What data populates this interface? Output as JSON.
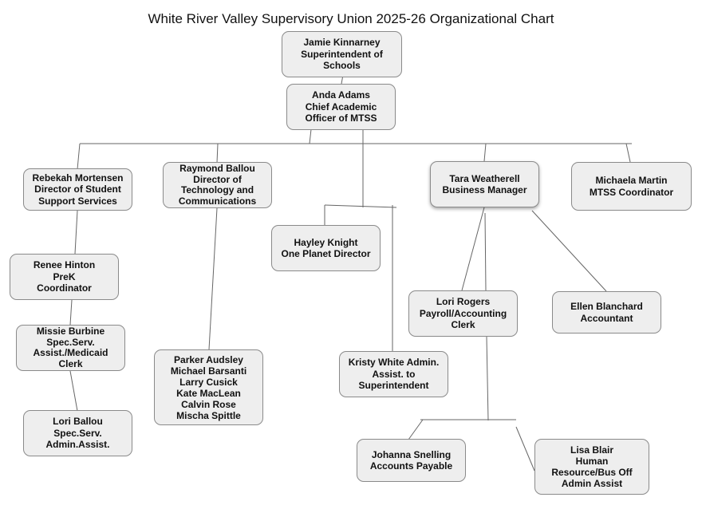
{
  "title": "White River Valley Supervisory Union 2025-26 Organizational Chart",
  "nodes": {
    "kinnarney": [
      "Jamie Kinnarney",
      "Superintendent of",
      "Schools"
    ],
    "adams": [
      "Anda Adams",
      "Chief Academic",
      "Officer of MTSS"
    ],
    "mortensen": [
      "Rebekah Mortensen",
      "Director of Student",
      "Support Services"
    ],
    "rballou": [
      "Raymond Ballou",
      "Director of",
      "Technology and",
      "Communications"
    ],
    "weatherell": [
      "Tara Weatherell",
      "Business Manager"
    ],
    "martin": [
      "Michaela Martin",
      "MTSS Coordinator"
    ],
    "knight": [
      "Hayley Knight",
      "One Planet Director"
    ],
    "hinton": [
      "Renee Hinton",
      "PreK",
      "Coordinator"
    ],
    "burbine": [
      "Missie Burbine",
      "Spec.Serv.",
      "Assist./Medicaid",
      "Clerk"
    ],
    "lballou": [
      "Lori Ballou",
      "Spec.Serv.",
      "Admin.Assist."
    ],
    "techstaff": [
      "Parker Audsley",
      "Michael Barsanti",
      "Larry Cusick",
      "Kate MacLean",
      "Calvin Rose",
      "Mischa Spittle"
    ],
    "white": [
      "Kristy White Admin.",
      "Assist. to",
      "Superintendent"
    ],
    "rogers": [
      "Lori Rogers",
      "Payroll/Accounting",
      "Clerk"
    ],
    "blanchard": [
      "Ellen Blanchard",
      "Accountant"
    ],
    "snelling": [
      "Johanna Snelling",
      "Accounts Payable"
    ],
    "blair": [
      "Lisa Blair",
      "Human",
      "Resource/Bus Off",
      "Admin Assist"
    ]
  }
}
